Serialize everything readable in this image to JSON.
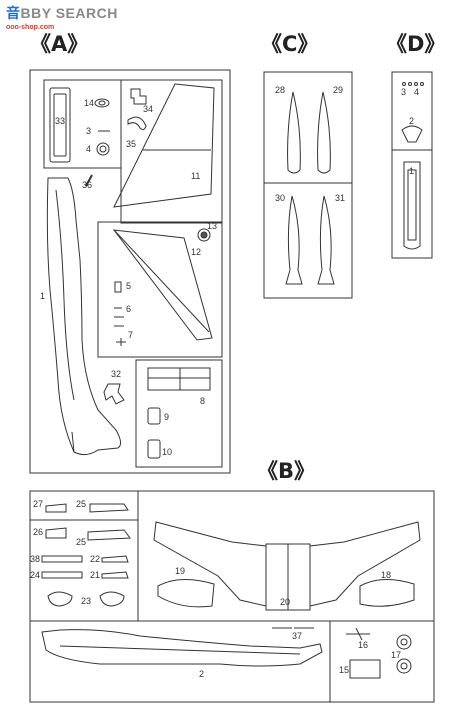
{
  "watermark": {
    "brand_part1": "音",
    "brand_part2": "",
    "brand_part3": "BBY SEARCH",
    "url": "ooo-shop.com"
  },
  "sections": {
    "A": "《A》",
    "B": "《B》",
    "C": "《C》",
    "D": "《D》"
  },
  "parts": {
    "a": [
      "33",
      "14",
      "34",
      "3",
      "35",
      "4",
      "11",
      "36",
      "13",
      "12",
      "5",
      "6",
      "7",
      "1",
      "32",
      "8",
      "9",
      "10"
    ],
    "b": [
      "27",
      "25",
      "26",
      "25",
      "38",
      "22",
      "24",
      "21",
      "23",
      "19",
      "20",
      "18",
      "37",
      "2",
      "16",
      "17",
      "15"
    ],
    "c": [
      "28",
      "29",
      "30",
      "31"
    ],
    "d": [
      "3",
      "4",
      "2",
      "1"
    ]
  },
  "colors": {
    "line": "#333333",
    "background": "#ffffff"
  }
}
